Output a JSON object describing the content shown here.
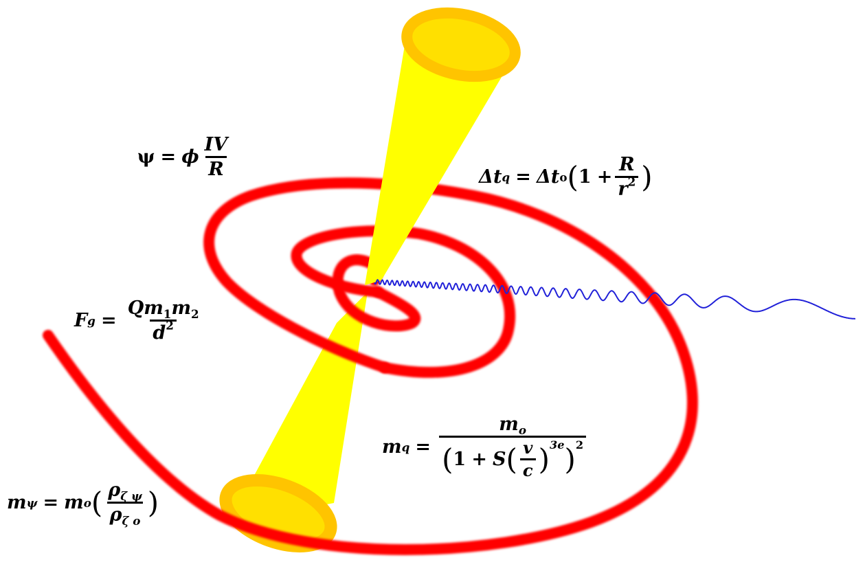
{
  "diagram": {
    "colors": {
      "beam_fill": "#ffff00",
      "beam_rim": "#ffc400",
      "spiral": "#ff0000",
      "wave": "#2020d8",
      "text": "#000000"
    },
    "equations": {
      "psi": {
        "lhs": "ψ",
        "eq": "=",
        "coef": "ϕ",
        "num": "IV",
        "den": "R"
      },
      "delta_t": {
        "lhs": "Δt",
        "lhs_sub": "q",
        "eq": "=",
        "rhs": "Δt",
        "rhs_sub": "o",
        "open": "(",
        "one": "1",
        "plus": "+",
        "num": "R",
        "den": "r",
        "den_sup": "2",
        "close": ")"
      },
      "force": {
        "lhs": "F",
        "lhs_sub": "g",
        "eq": "=",
        "num_a": "Qm",
        "num_a_sub": "1",
        "num_b": "m",
        "num_b_sub": "2",
        "den": "d",
        "den_sup": "2"
      },
      "mass_q": {
        "lhs": "m",
        "lhs_sub": "q",
        "eq": "=",
        "num": "m",
        "num_sub": "o",
        "open": "(",
        "one": "1",
        "plus": "+",
        "s": "S",
        "inner_open": "(",
        "v": "v",
        "c": "c",
        "inner_close": ")",
        "inner_sup": "3e",
        "close": ")",
        "outer_sup": "2"
      },
      "mass_psi": {
        "lhs": "m",
        "lhs_sub": "ψ",
        "eq": "=",
        "rhs": "m",
        "rhs_sub": "o",
        "open": "(",
        "num": "ρ",
        "num_sub": "ζ ψ",
        "den": "ρ",
        "den_sub": "ζ o",
        "close": ")"
      }
    }
  }
}
